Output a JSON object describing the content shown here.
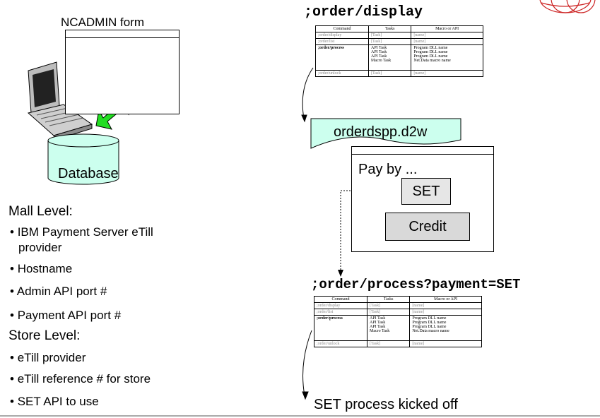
{
  "form_title": "NCADMIN form",
  "database_label": "Database",
  "left_list": {
    "mall_heading": "Mall Level:",
    "mall_items": [
      "IBM Payment Server eTill",
      "provider",
      "Hostname",
      "Admin API port #",
      "Payment API port #"
    ],
    "store_heading": "Store Level:",
    "store_items": [
      "eTill provider",
      "eTill reference # for store",
      "SET API to use"
    ]
  },
  "top_title": ";order/display",
  "bottom_title": ";order/process?payment=SET",
  "d2w_file": "orderdspp.d2w",
  "pay_prompt": "Pay by ...",
  "set_button": "SET",
  "credit_button": "Credit",
  "kicked_off": "SET process kicked off",
  "table": {
    "headers": [
      "Command",
      "Tasks",
      "Macro or API"
    ],
    "rows": [
      {
        "command": ";order/display",
        "tasks": [
          "[Task]"
        ],
        "api": [
          "[name]"
        ],
        "dim": true
      },
      {
        "command": ";order/list",
        "tasks": [
          "[Task]"
        ],
        "api": [
          "[name]"
        ],
        "dim": true
      },
      {
        "command": ";order/process",
        "tasks": [
          "API Task",
          "API Task",
          "API Task",
          "Macro Task"
        ],
        "api": [
          "Program DLL name",
          "Program DLL name",
          "Program DLL name",
          "Net.Data macro name"
        ],
        "dim": false
      },
      {
        "command": ";order/unlock",
        "tasks": [
          "[Task]"
        ],
        "api": [
          "[name]"
        ],
        "dim": true
      }
    ]
  },
  "colors": {
    "arrow_green": "#22dd22",
    "db_fill": "#ccffee",
    "file_fill": "#ccffee",
    "globe_red": "#cc2222"
  }
}
